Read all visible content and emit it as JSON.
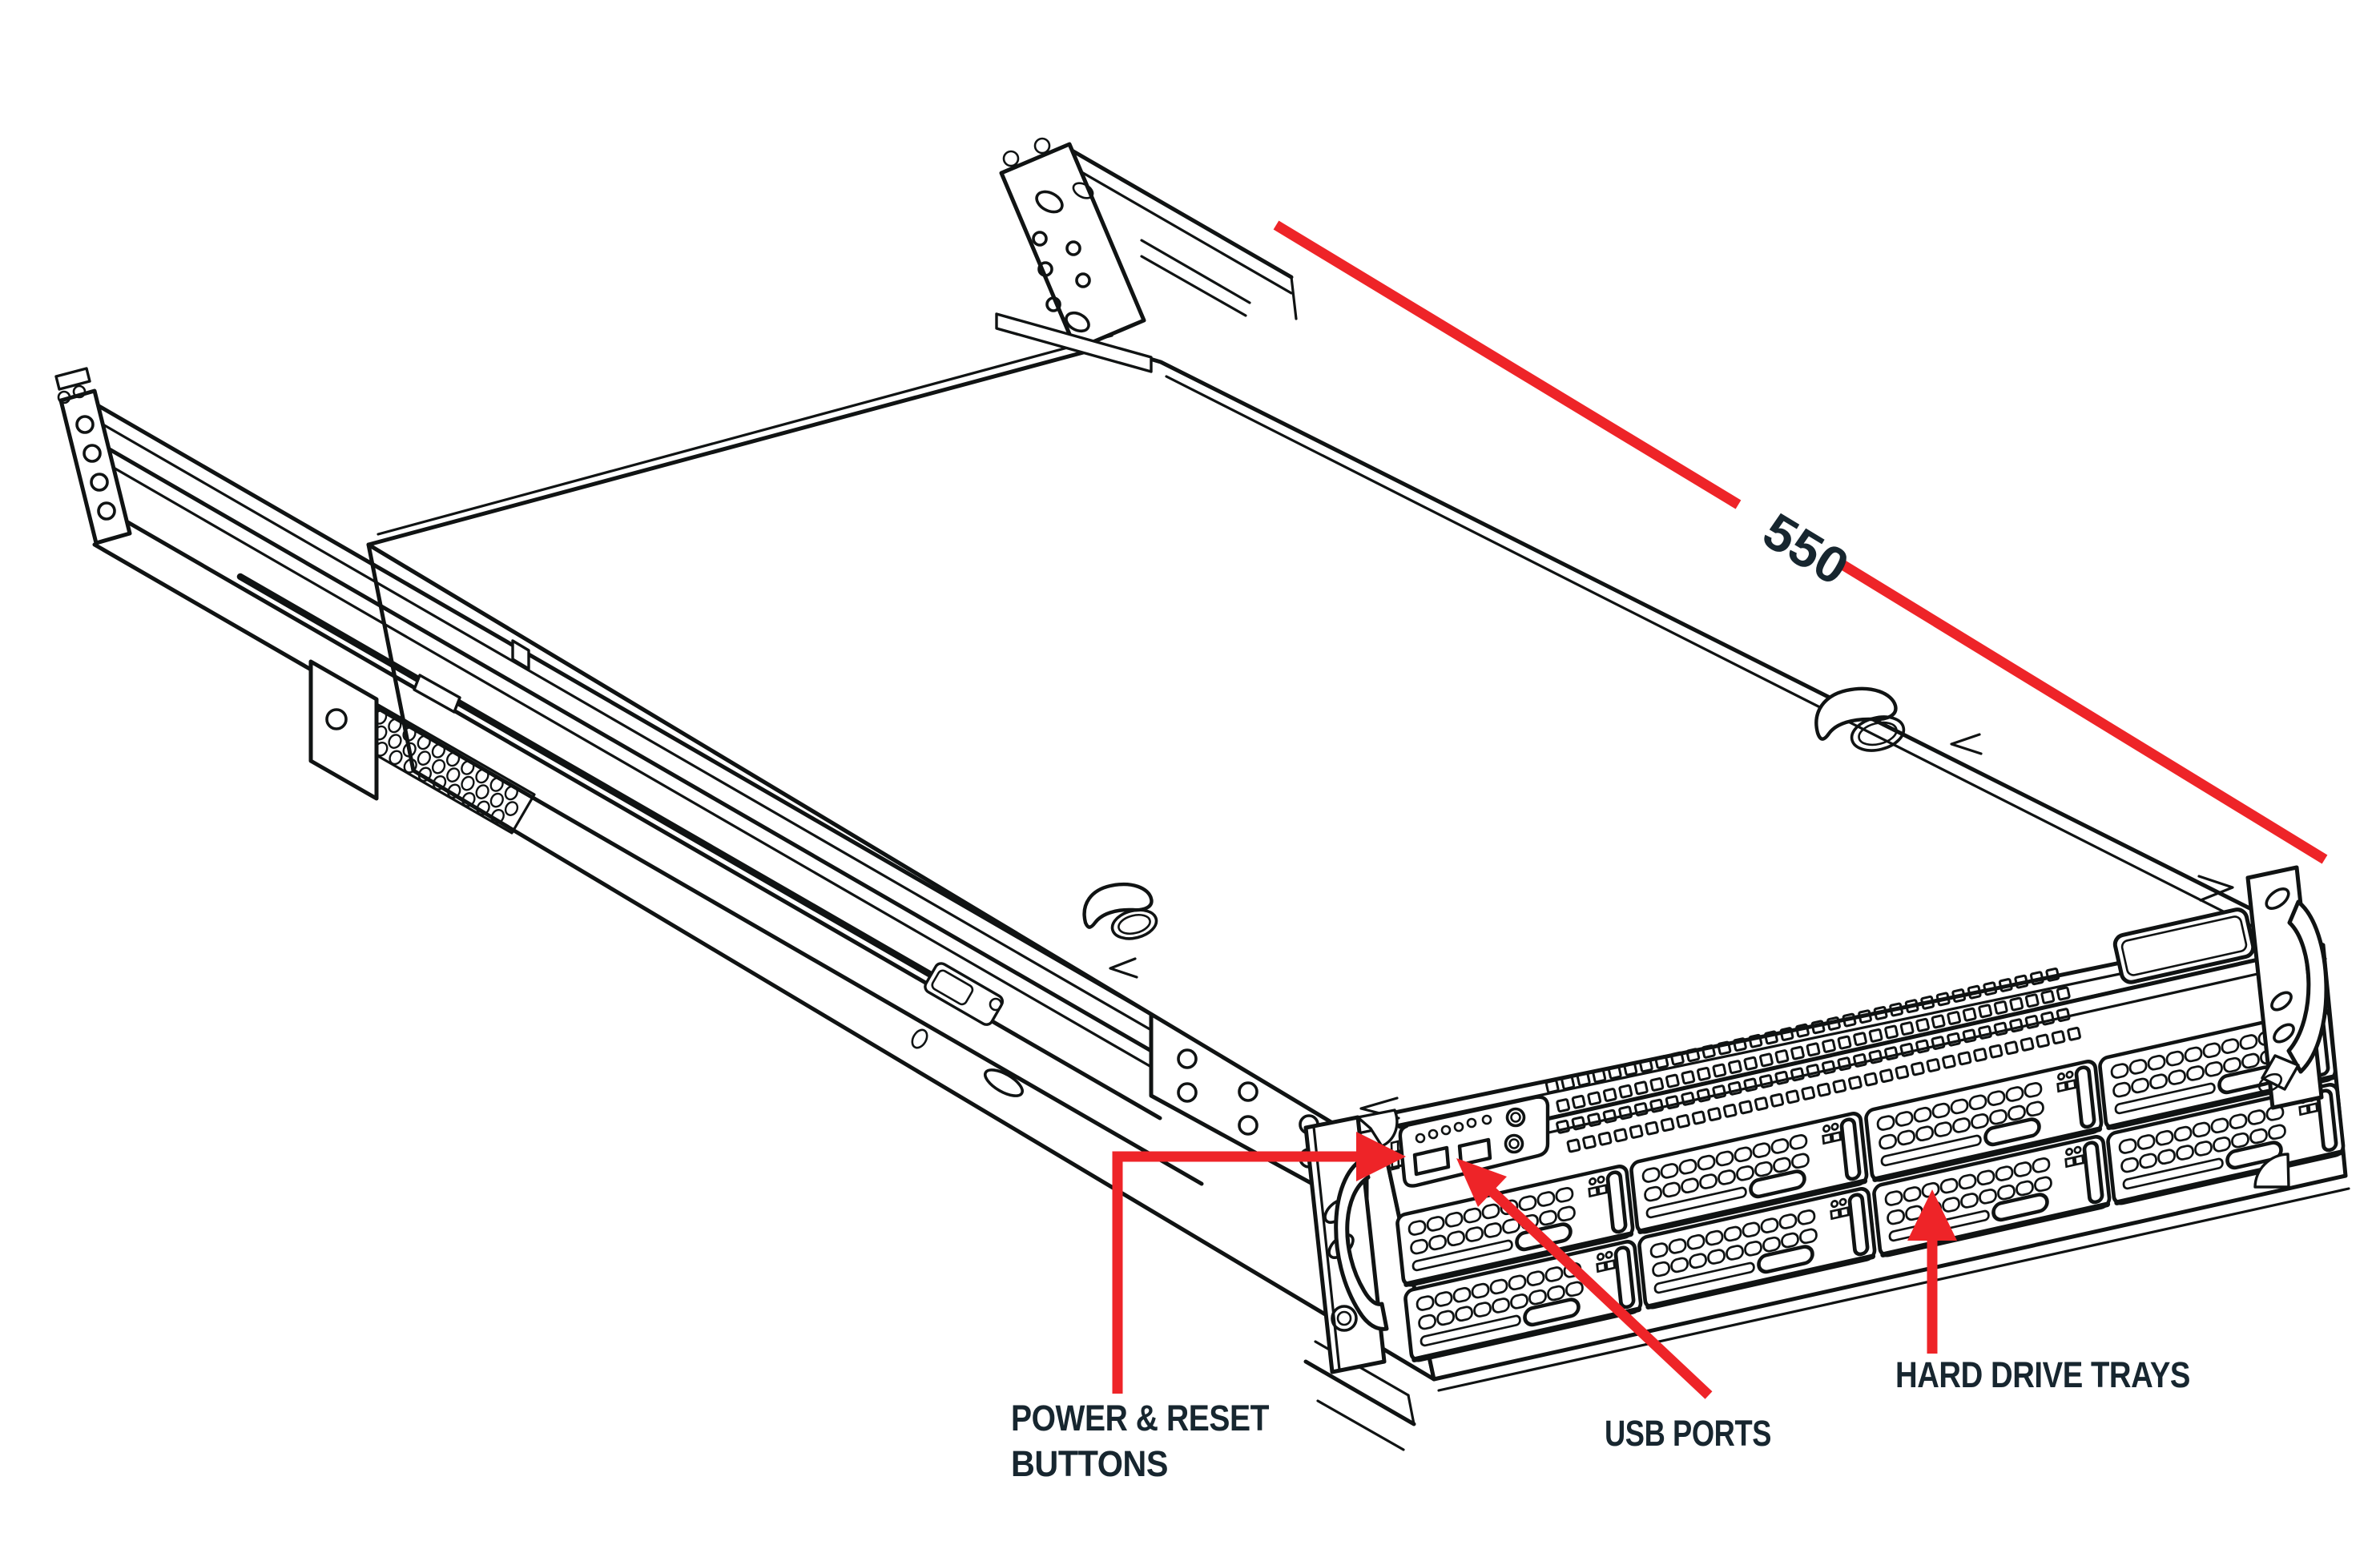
{
  "colors": {
    "annotation_red": "#EE2428",
    "label_text": "#17262F",
    "line_art": "#101313",
    "background": "#FFFFFF"
  },
  "dimension": {
    "value": "550"
  },
  "callouts": {
    "power_reset": {
      "line1": "POWER & RESET",
      "line2": "BUTTONS"
    },
    "usb": {
      "label": "USB PORTS"
    },
    "hard_drive": {
      "label": "HARD DRIVE TRAYS"
    }
  }
}
